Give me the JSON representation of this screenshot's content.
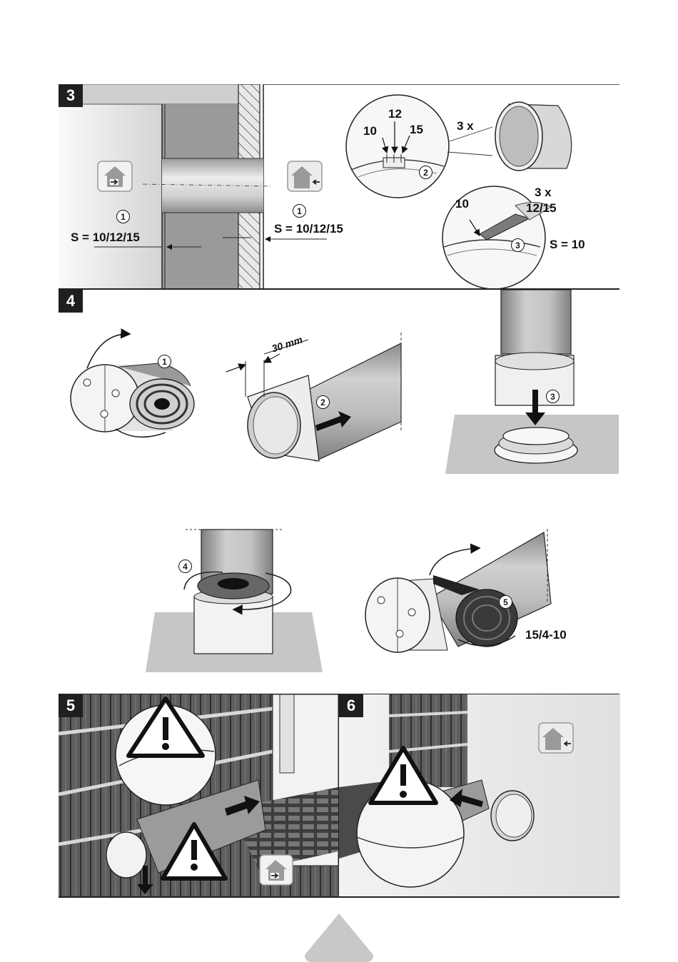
{
  "step3": {
    "badge": "3",
    "num1_left": "1",
    "num1_right": "1",
    "s_left": "S = 10/12/15",
    "s_right": "S = 10/12/15",
    "detail2": {
      "n12": "12",
      "n10": "10",
      "n15": "15",
      "num": "2"
    },
    "times": "3 x",
    "detail3": {
      "n10": "10",
      "times": "3 x",
      "val": "12/15",
      "num": "3"
    },
    "s_10": "S = 10"
  },
  "step4": {
    "badge": "4",
    "num1": "1",
    "mm": "30 mm",
    "num2": "2",
    "num3": "3",
    "num4": "4",
    "num5": "5",
    "range": "15/4-10"
  },
  "step5": {
    "badge": "5"
  },
  "step6": {
    "badge": "6"
  },
  "icons": [
    "house-inside-arrow-icon",
    "house-outside-arrow-icon",
    "warning-icon",
    "circled-arrow-icon"
  ]
}
